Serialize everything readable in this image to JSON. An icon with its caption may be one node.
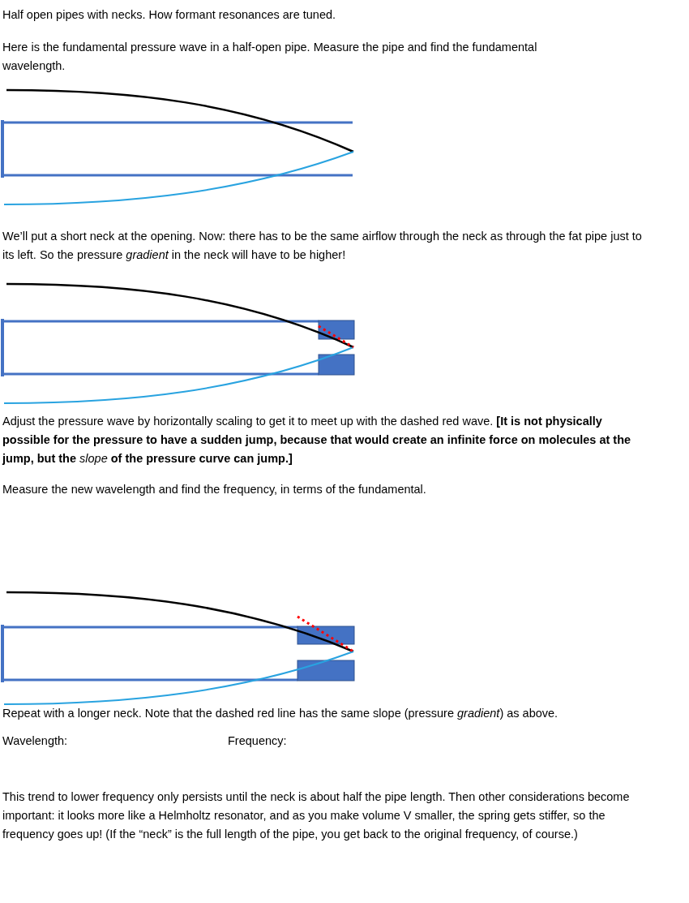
{
  "diagram": {
    "title": "Half open pipes with necks. How formant resonances are tuned.",
    "labels": [
      "Here is the fundamental pressure wave in a half-open pipe. Measure the pipe and find the fundamental wavelength.",
      "We’ll put a short neck at the opening. Now: there has to be the same airflow through the neck as through the fat pipe just to its left. So the pressure *gradient* in the neck will have to be higher!",
      "Adjust the pressure wave by horizontally scaling to get it to meet up with the dashed red wave. **[It is not physically possible for the pressure to have a sudden jump, because that would create an infinite force on molecules at the jump, but the** *slope* **of the pressure curve can jump.]**",
      "Measure the new wavelength and find the frequency, in terms of the fundamental.",
      "Repeat with a longer neck. Note that the dashed red line has the same slope (pressure *gradient*) as above.",
      "Wavelength:",
      "Frequency:",
      "This trend to lower frequency only persists until the neck is about half the pipe length. Then other considerations become important: it looks more like a Helmholtz resonator, and as you make volume V smaller, the spring gets stiffer, so the frequency goes up! (If the “neck” is the full length of the pipe, you get back to the original frequency, of course.)"
    ]
  }
}
